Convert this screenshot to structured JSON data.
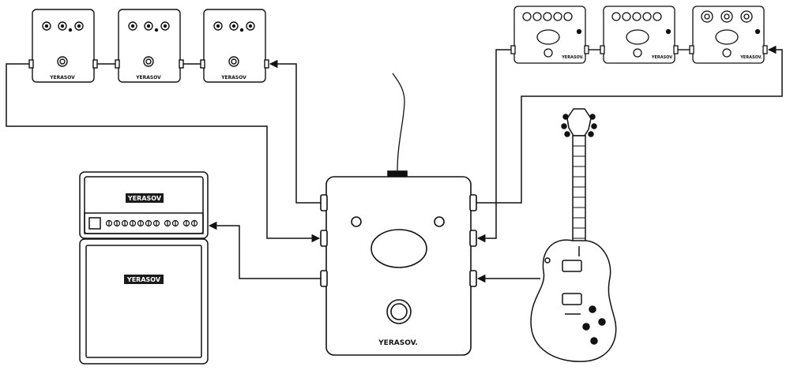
{
  "colors": {
    "line": "#111111",
    "background": "#ffffff",
    "label_bg": "#1a1a1a",
    "label_fg": "#ffffff"
  },
  "pedals_left": [
    {
      "brand": "YERASOV",
      "knobs": [
        "knob",
        "knob",
        "knob"
      ]
    },
    {
      "brand": "YERASOV",
      "knobs": [
        "knob",
        "knob",
        "knob"
      ]
    },
    {
      "brand": "YERASOV",
      "knobs": [
        "knob",
        "knob",
        "knob"
      ]
    }
  ],
  "pedals_right": [
    {
      "brand": "YERASOV."
    },
    {
      "brand": "YERASOV"
    },
    {
      "brand": "YERASOV."
    }
  ],
  "switcher": {
    "brand": "YERASOV."
  },
  "amp_head": {
    "brand": "YERASOV"
  },
  "amp_cab": {
    "brand": "YERASOV"
  },
  "guitar": {
    "icon": "electric-guitar-icon"
  }
}
